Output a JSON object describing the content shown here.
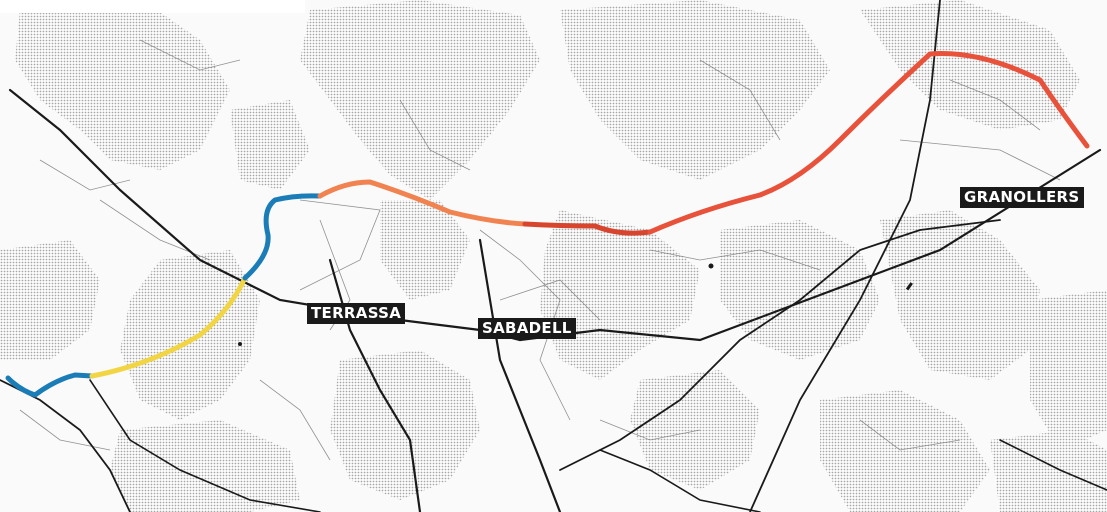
{
  "map": {
    "cities": [
      {
        "id": "terrassa",
        "label": "TERRASSA"
      },
      {
        "id": "sabadell",
        "label": "SABADELL"
      },
      {
        "id": "granollers",
        "label": "GRANOLLERS"
      }
    ],
    "route_colors": {
      "existing": "#1a7db8",
      "segment_yellow": "#f2d544",
      "segment_orange": "#f0834f",
      "segment_red": "#e8513a",
      "segment_dark_red": "#d8452f"
    },
    "terrain_color": "#cfcfcf",
    "road_color": "#1a1a1a"
  }
}
